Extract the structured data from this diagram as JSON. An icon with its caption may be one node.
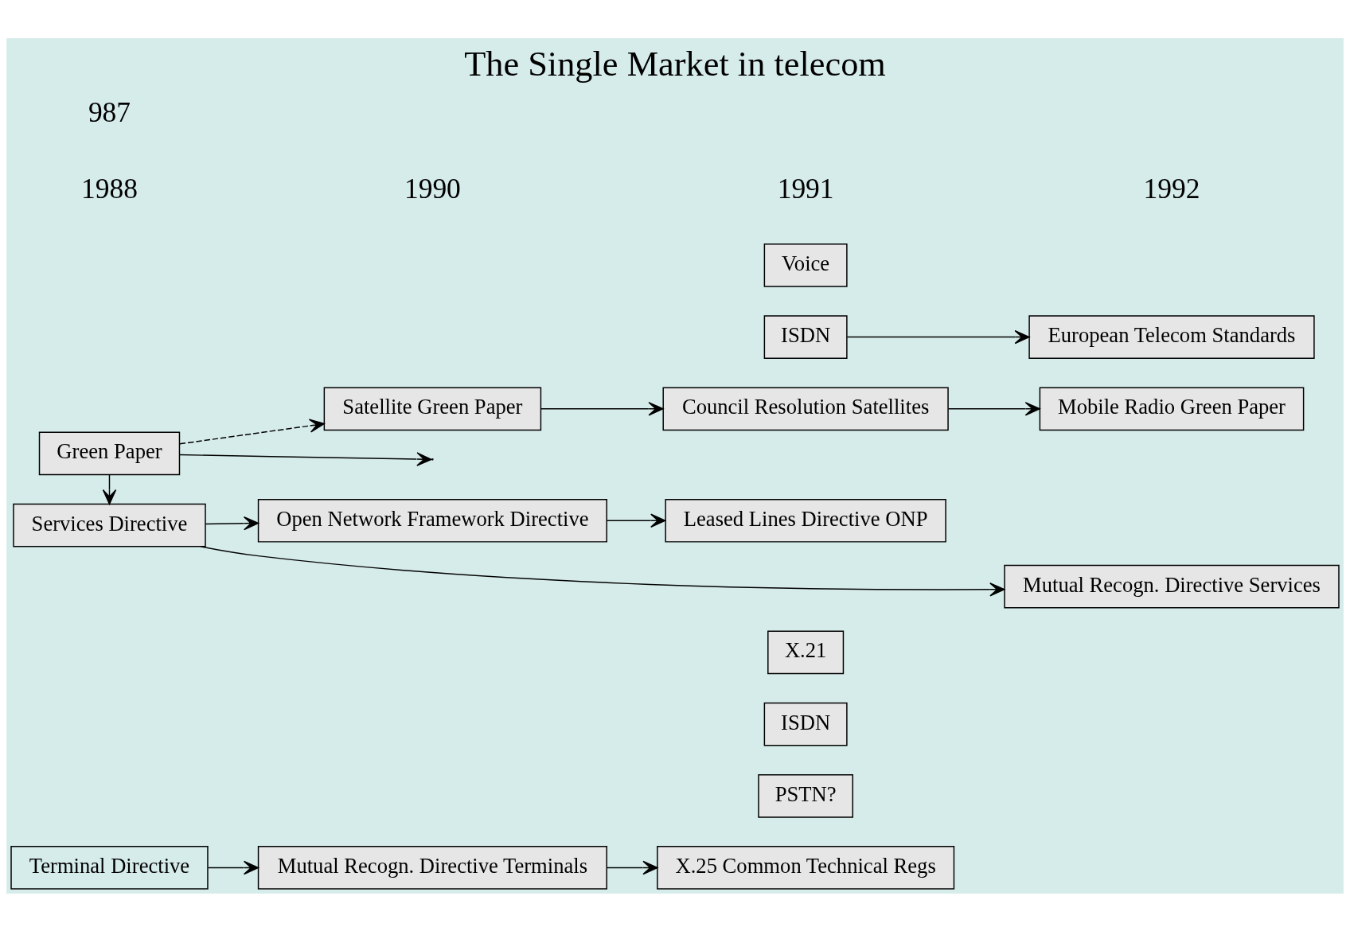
{
  "diagram": {
    "title": "The Single Market in telecom",
    "nodes": [
      {
        "text": [
          "Terminal Directive"
        ]
      },
      {
        "text": [
          "Mutual Recogn. Directive Terminals"
        ]
      },
      {
        "text": [
          "PSTN?"
        ]
      },
      {
        "text": [
          "ISDN"
        ]
      },
      {
        "text": [
          "X.21"
        ]
      },
      {
        "text": [
          "X.25 Common Technical Regs"
        ]
      },
      {
        "text": [
          "Green Paper"
        ]
      },
      {
        "text": [
          "Services Directive"
        ]
      },
      {
        "text": [
          "Open Network Framework Directive"
        ]
      },
      {
        "text": [
          "ISDN"
        ]
      },
      {
        "text": [
          "Voice"
        ]
      },
      {
        "text": [
          "Leased Lines Directive ONP"
        ]
      },
      {
        "text": [
          "European Telecom Standards"
        ]
      },
      {
        "text": [
          "Mutual Recogn. Directive Services"
        ]
      },
      {
        "text": [
          "Satellite Green Paper"
        ]
      },
      {
        "text": [
          "Council Resolution Satellites"
        ]
      },
      {
        "text": [
          "Mobile Radio Green Paper"
        ]
      }
    ],
    "edges": [
      {
        "from": 0,
        "to": 1,
        "arrow": "to"
      },
      {
        "from": 1,
        "to": 5,
        "arrow": "to"
      },
      {
        "from": 6,
        "to": null,
        "arrow": "to"
      },
      {
        "from": 6,
        "to": 7,
        "arrow": "to"
      },
      {
        "from": 6,
        "to": 14,
        "arrow": "to",
        "style": "dashed"
      },
      {
        "from": 7,
        "to": 8,
        "arrow": "to"
      },
      {
        "from": 8,
        "to": 11,
        "arrow": "to"
      },
      {
        "from": 9,
        "to": 12,
        "arrow": "to"
      },
      {
        "from": 7,
        "to": 13,
        "arrow": "to"
      },
      {
        "from": 14,
        "to": 15,
        "arrow": "to"
      },
      {
        "from": 15,
        "to": 16,
        "arrow": "to"
      }
    ],
    "labels": [
      "987",
      "1988",
      "1990",
      "1991",
      "1992"
    ]
  }
}
